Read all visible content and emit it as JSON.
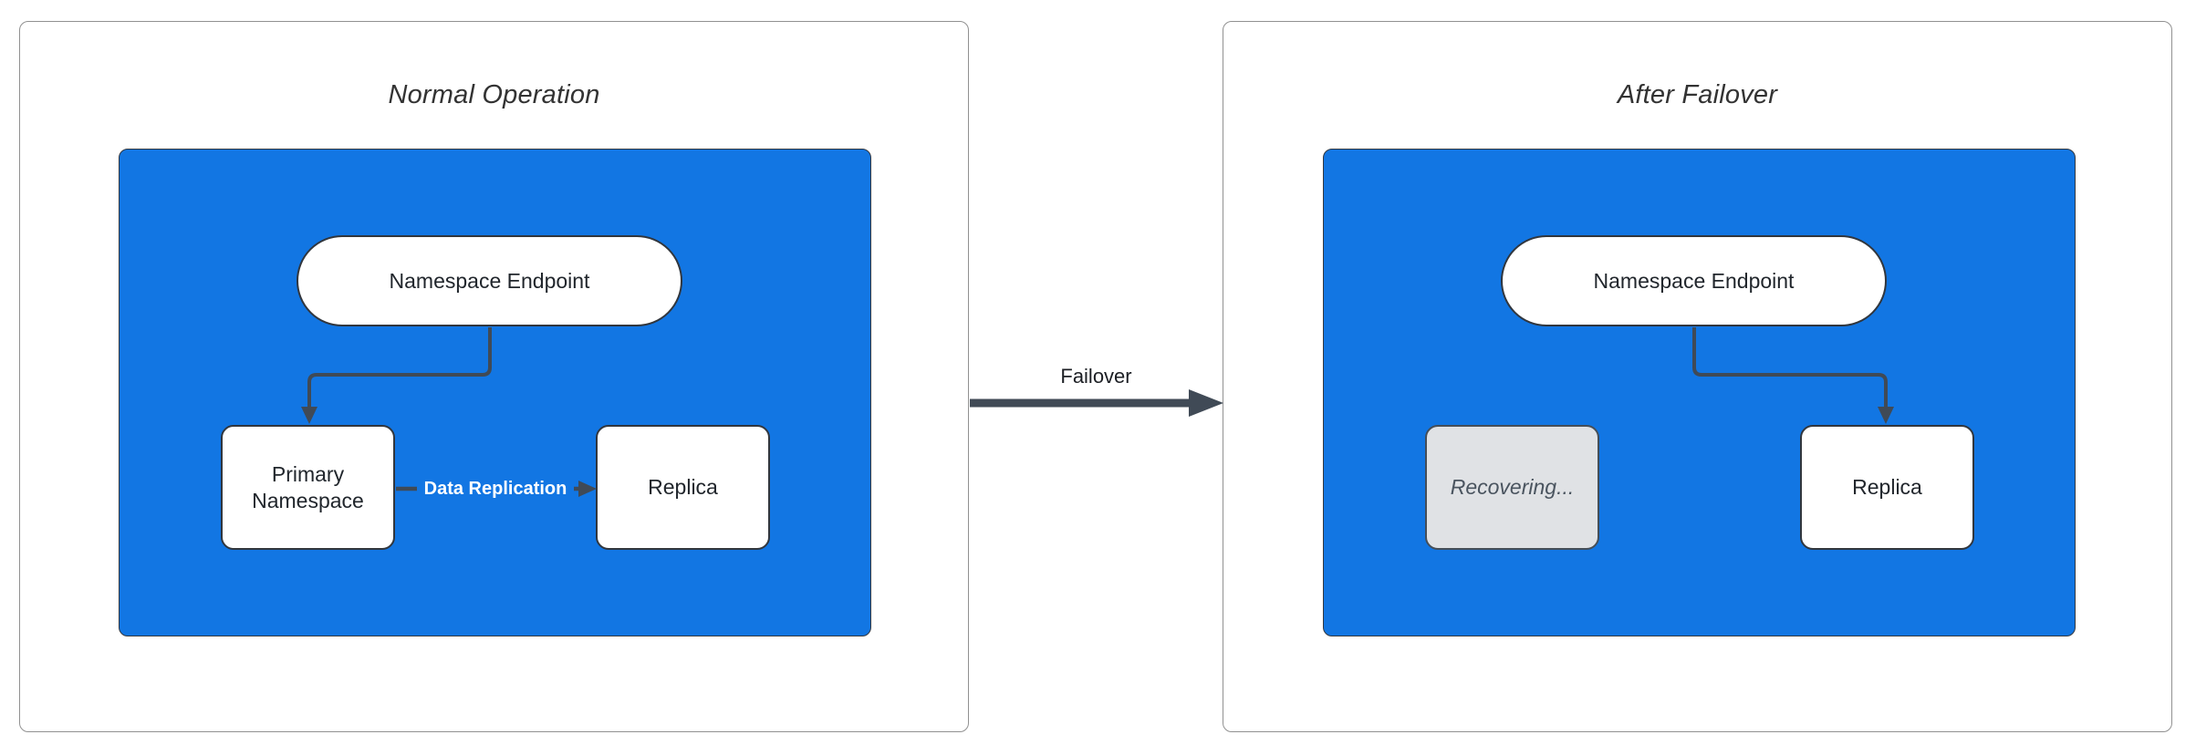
{
  "diagram": {
    "left_panel": {
      "title": "Normal Operation",
      "nodes": {
        "endpoint": "Namespace Endpoint",
        "primary": "Primary Namespace",
        "replica": "Replica"
      },
      "edge_label": "Data Replication"
    },
    "failover_connector": {
      "label": "Failover"
    },
    "right_panel": {
      "title": "After Failover",
      "nodes": {
        "endpoint": "Namespace Endpoint",
        "recovering": "Recovering...",
        "replica": "Replica"
      }
    },
    "colors": {
      "cluster_fill": "#1276E3",
      "node_fill": "#FFFFFF",
      "node_border": "#31363D",
      "arrow": "#404A56",
      "recovering_fill": "#E0E2E5",
      "recovering_text": "#4A545F",
      "panel_border": "#919191",
      "title_text": "#333333",
      "edge_label_text": "#FFFFFF",
      "failover_label_text": "#1C1F24"
    }
  }
}
